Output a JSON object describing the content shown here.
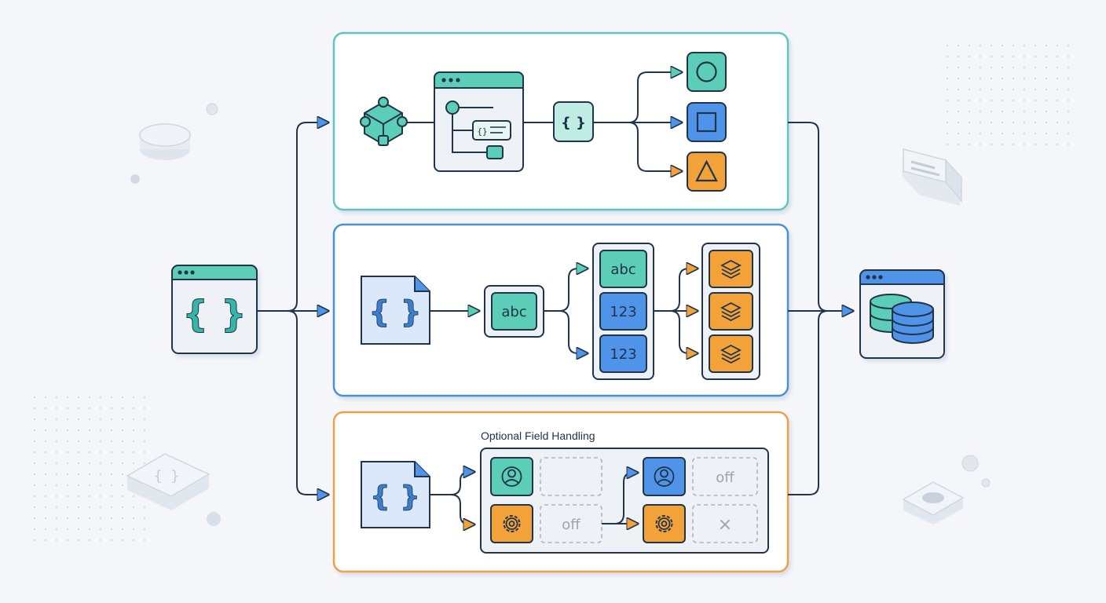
{
  "colors": {
    "teal": "#5ccdb6",
    "teal_border": "#5cc6c0",
    "blue": "#4f94e8",
    "blue_border": "#4a90d9",
    "orange": "#f3a23a",
    "orange_border": "#eea04a",
    "ink": "#20344a"
  },
  "icons": {
    "input": "json-document-window-icon",
    "output": "database-window-icon",
    "schema": "network-cube-icon",
    "object": "json-braces-icon",
    "circle": "circle-icon",
    "square": "square-icon",
    "triangle": "triangle-icon",
    "layers": "layers-icon",
    "user": "user-icon",
    "settings": "gear-icon",
    "remove": "close-icon"
  },
  "diagram": {
    "top": {
      "node_braces": "{ }",
      "panel_badge": "{}"
    },
    "middle": {
      "document_braces": "{ }",
      "string_token": "abc",
      "col1": [
        "abc",
        "123",
        "123"
      ]
    },
    "bottom": {
      "title": "Optional Field Handling",
      "document_braces": "{ }",
      "grid": {
        "row1_off": "off",
        "row2_off": "off",
        "row2_x": "×"
      }
    },
    "input_braces": "{ }",
    "deco_braces": "{ }"
  }
}
